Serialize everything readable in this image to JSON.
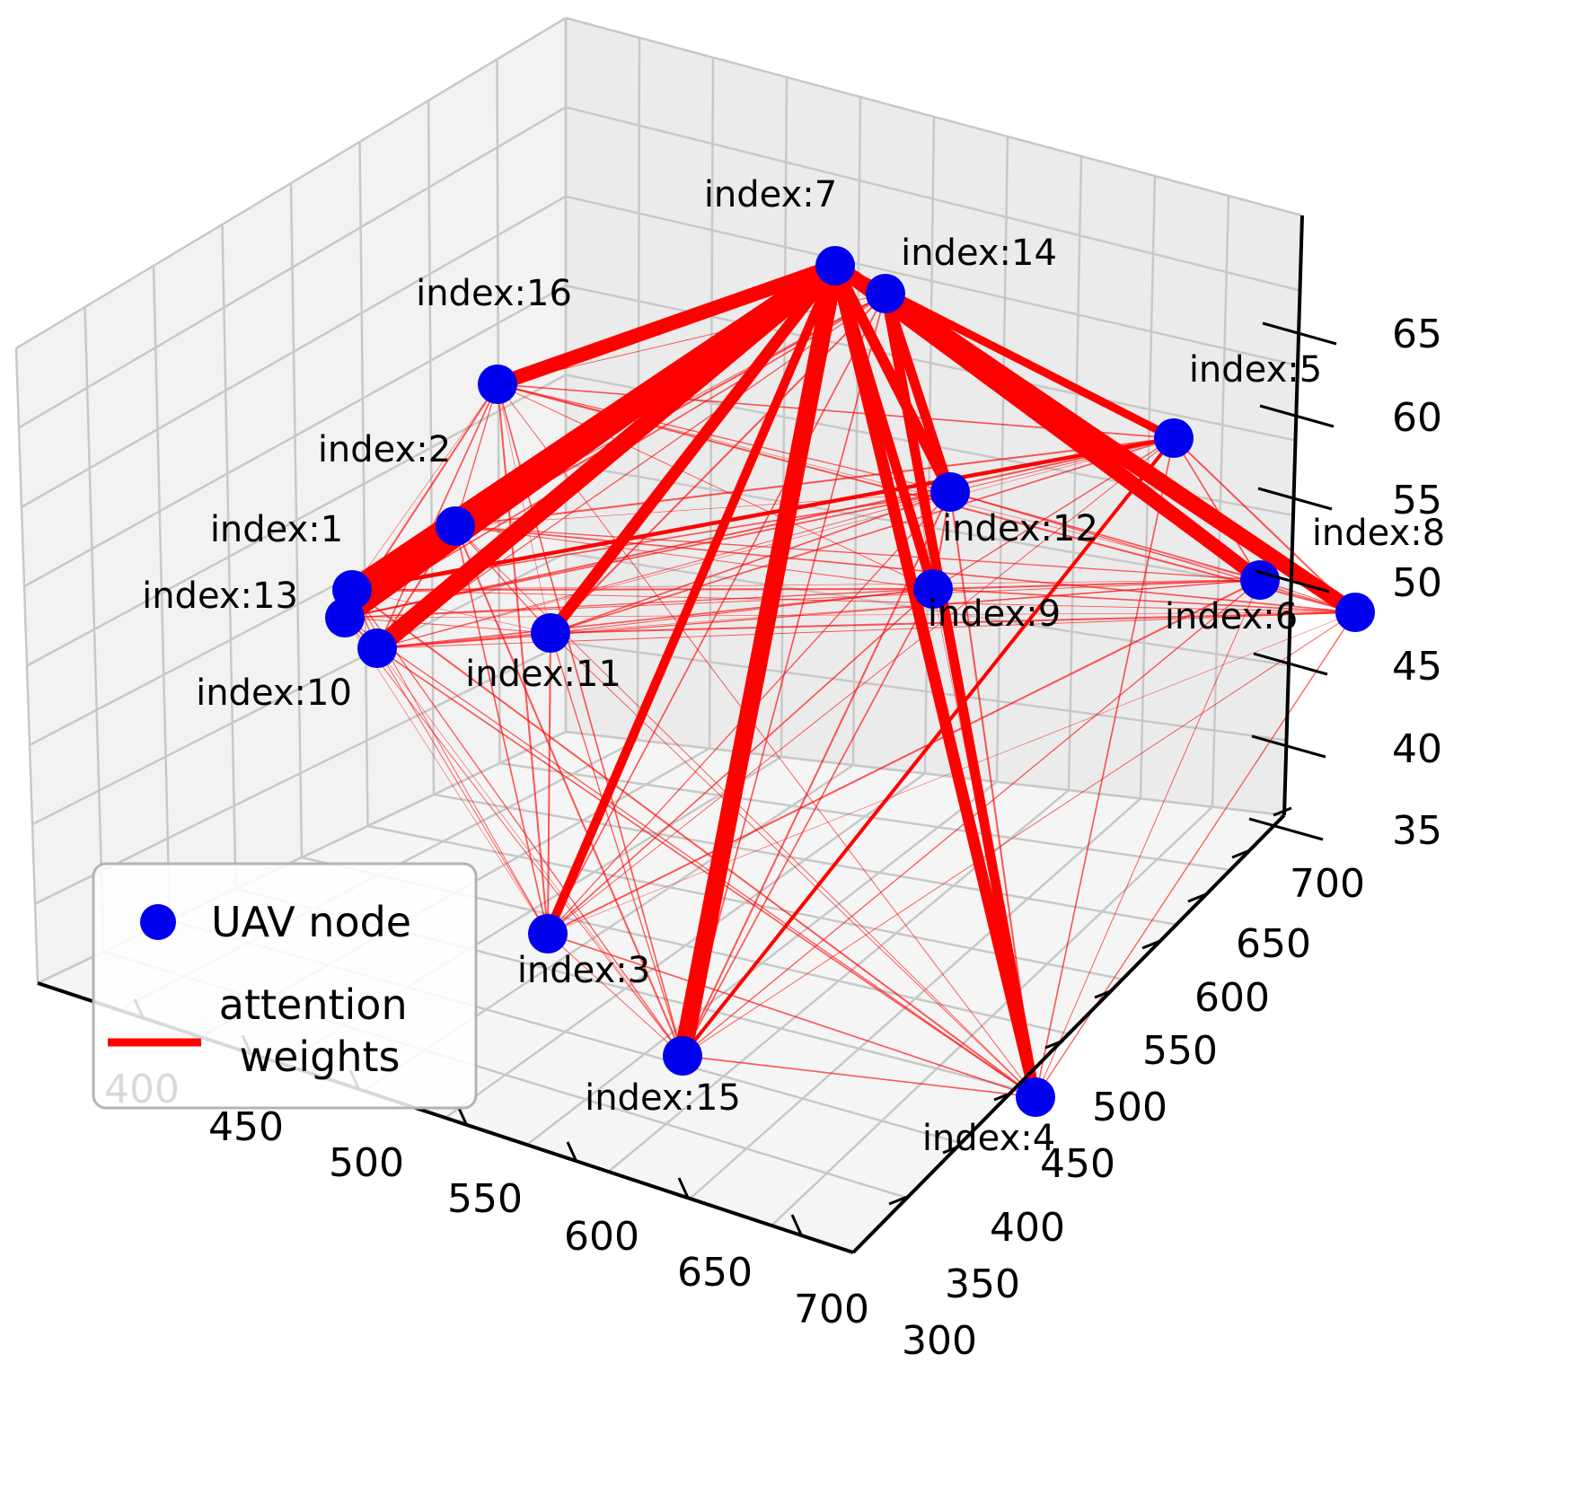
{
  "chart_data": {
    "type": "scatter",
    "projection": "3d",
    "title": "",
    "xlabel": "",
    "ylabel": "",
    "zlabel": "",
    "grid": true,
    "legend_placement": "bottom-left",
    "x_ticks": [
      "400",
      "450",
      "500",
      "550",
      "600",
      "650",
      "700"
    ],
    "y_ticks": [
      "300",
      "350",
      "400",
      "450",
      "500",
      "550",
      "600",
      "650",
      "700"
    ],
    "z_ticks": [
      "35",
      "40",
      "45",
      "50",
      "55",
      "60",
      "65"
    ],
    "legend": [
      {
        "name": "UAV node",
        "marker": "circle",
        "color": "#0000ee"
      },
      {
        "name": "attention\nweights",
        "marker": "line",
        "color": "#ff0000"
      }
    ],
    "colors": {
      "node": "#0000ee",
      "edge": "#ff0000"
    },
    "node_labels": [
      "index:1",
      "index:2",
      "index:3",
      "index:4",
      "index:5",
      "index:6",
      "index:7",
      "index:8",
      "index:9",
      "index:10",
      "index:11",
      "index:12",
      "index:13",
      "index:14",
      "index:15",
      "index:16"
    ],
    "edges_strong": [
      {
        "from": 7,
        "to": 1,
        "weight": 1.0
      },
      {
        "from": 7,
        "to": 13,
        "weight": 0.9
      },
      {
        "from": 7,
        "to": 10,
        "weight": 0.9
      },
      {
        "from": 7,
        "to": 2,
        "weight": 0.75
      },
      {
        "from": 7,
        "to": 16,
        "weight": 0.7
      },
      {
        "from": 7,
        "to": 11,
        "weight": 0.55
      },
      {
        "from": 7,
        "to": 3,
        "weight": 0.4
      },
      {
        "from": 7,
        "to": 15,
        "weight": 0.9
      },
      {
        "from": 7,
        "to": 4,
        "weight": 0.55
      },
      {
        "from": 7,
        "to": 9,
        "weight": 0.45
      },
      {
        "from": 7,
        "to": 12,
        "weight": 0.5
      },
      {
        "from": 7,
        "to": 6,
        "weight": 0.6
      },
      {
        "from": 7,
        "to": 8,
        "weight": 0.75
      },
      {
        "from": 7,
        "to": 5,
        "weight": 0.35
      },
      {
        "from": 14,
        "to": 6,
        "weight": 0.65
      },
      {
        "from": 14,
        "to": 8,
        "weight": 0.7
      },
      {
        "from": 14,
        "to": 12,
        "weight": 0.45
      },
      {
        "from": 14,
        "to": 4,
        "weight": 0.45
      },
      {
        "from": 1,
        "to": 5,
        "weight": 0.12
      },
      {
        "from": 15,
        "to": 5,
        "weight": 0.1
      }
    ]
  }
}
